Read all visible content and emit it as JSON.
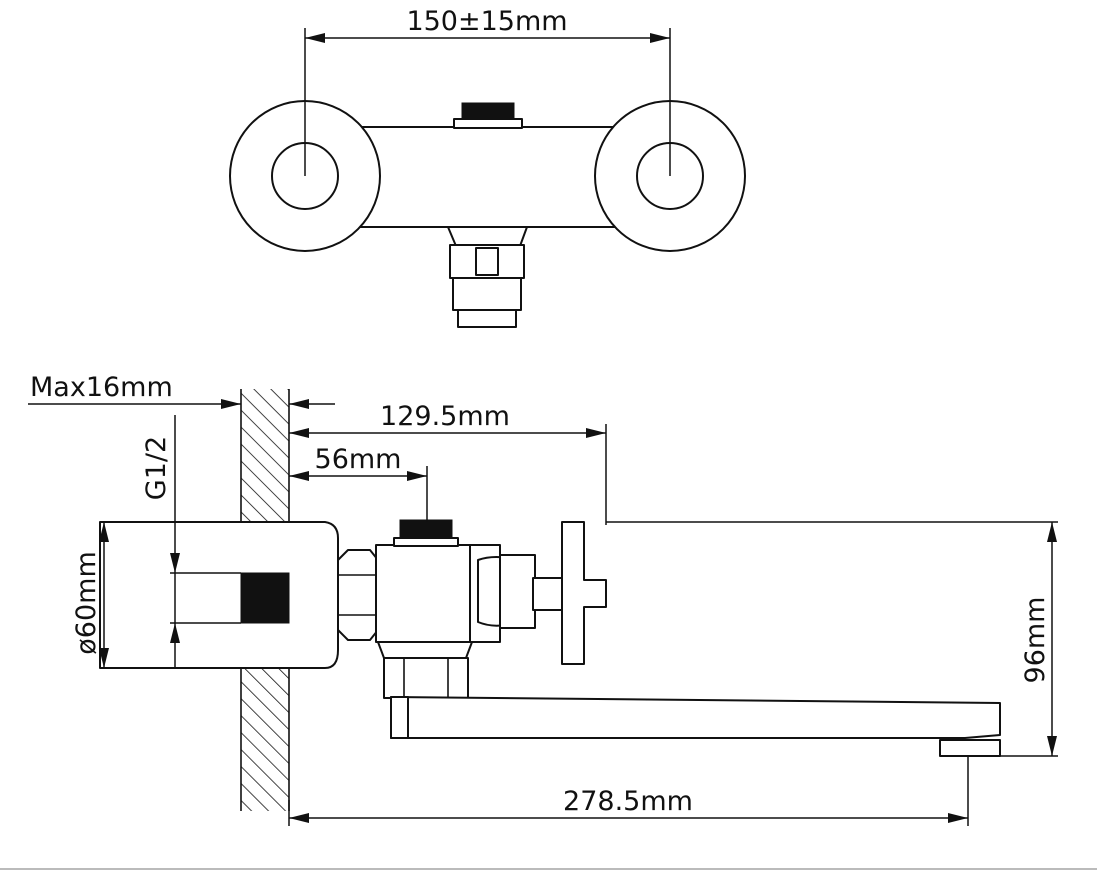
{
  "dimensions": {
    "inlet_spacing": "150±15mm",
    "wall_max": "Max16mm",
    "reach_to_handle": "129.5mm",
    "reach_to_outlet": "56mm",
    "thread": "G1/2",
    "flange_diameter": "ø60mm",
    "height": "96mm",
    "spout_length": "278.5mm"
  },
  "colors": {
    "line": "#111111",
    "background": "#ffffff"
  }
}
